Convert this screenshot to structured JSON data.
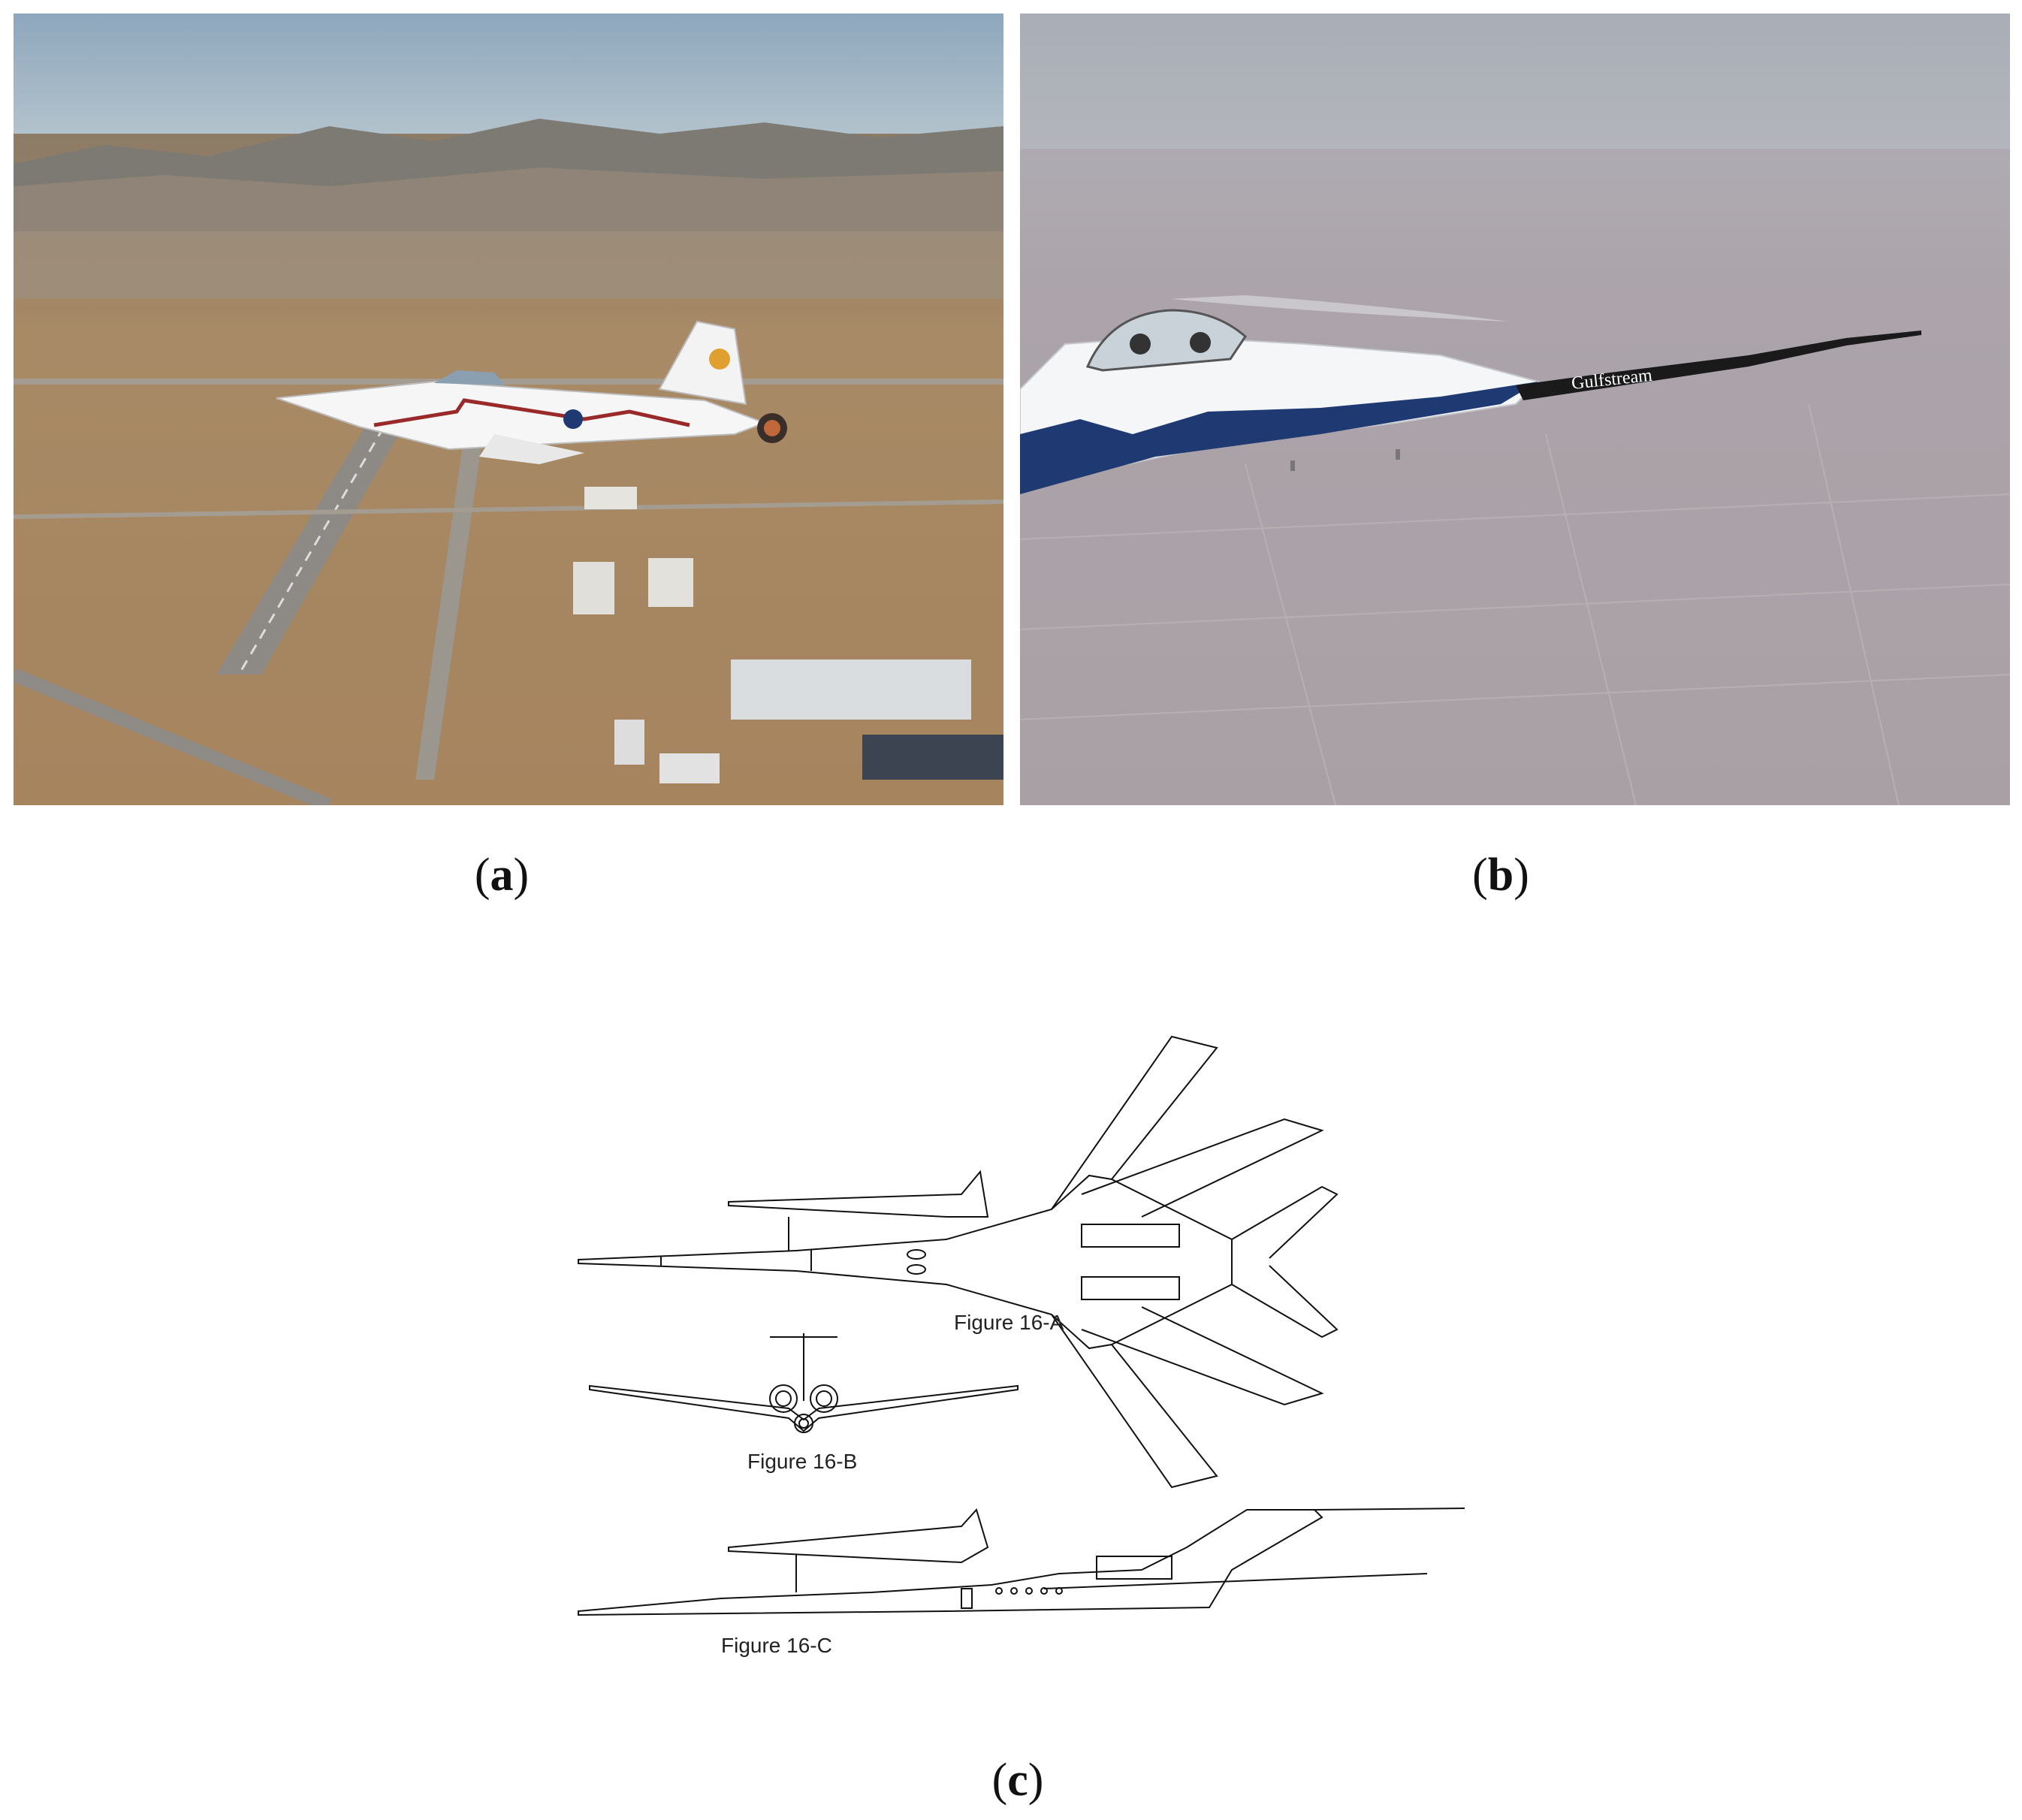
{
  "panels": [
    {
      "id": "a",
      "caption_letter": "a"
    },
    {
      "id": "b",
      "caption_letter": "b",
      "aircraft_marking": "Gulfstream"
    },
    {
      "id": "c",
      "caption_letter": "c",
      "figure_labels": {
        "top": "Figure 16-A",
        "front": "Figure 16-B",
        "side": "Figure 16-C"
      }
    }
  ],
  "colors": {
    "sky_a": "#9fb4c8",
    "desert_a": "#a58866",
    "haze_b": "#b4b4bc",
    "terrain_b": "#a8a0a6",
    "jet_blue": "#1f3a73",
    "jet_white": "#f4f6f8"
  }
}
